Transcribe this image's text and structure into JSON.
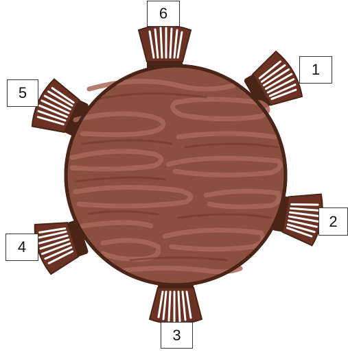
{
  "colors": {
    "table_fill": "#8a4f3e",
    "table_outline": "#4a2417",
    "wood_grain": "#a8685a",
    "wood_grain_dark": "#6e3a2c",
    "chair_back": "#6b3224",
    "chair_seat": "#4a2417",
    "label_border": "#333333"
  },
  "seats": [
    {
      "number": "1",
      "position": "upper-right"
    },
    {
      "number": "2",
      "position": "right"
    },
    {
      "number": "3",
      "position": "bottom"
    },
    {
      "number": "4",
      "position": "left-lower"
    },
    {
      "number": "5",
      "position": "left-upper"
    },
    {
      "number": "6",
      "position": "top"
    }
  ]
}
